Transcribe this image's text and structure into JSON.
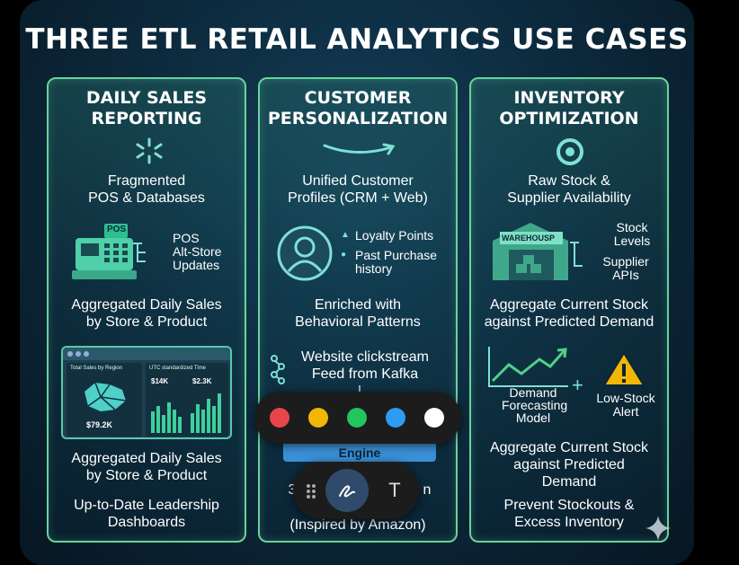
{
  "title": "THREE ETL RETAIL ANALYTICS USE CASES",
  "cards": [
    {
      "heading_line1": "DAILY SALES",
      "heading_line2": "REPORTING",
      "source_line1": "Fragmented",
      "source_line2": "POS & Databases",
      "pos_tag": "POS",
      "flow_items": [
        "POS",
        "Alt-Store",
        "Updates"
      ],
      "step1_line1": "Aggregated Daily Sales",
      "step1_line2": "by Store & Product",
      "dashboard": {
        "panel1_title": "Total Sales by Region",
        "panel1_value": "$79.2K",
        "panel2_title": "UTC standardized Time",
        "panel2_value_a": "$14K",
        "panel2_value_b": "$2.3K"
      },
      "step2_line1": "Aggregated Daily Sales",
      "step2_line2": "by Store & Product",
      "outcome_line1": "Up-to-Date Leadership",
      "outcome_line2": "Dashboards"
    },
    {
      "heading_line1": "CUSTOMER",
      "heading_line2": "PERSONALIZATION",
      "source_line1": "Unified Customer",
      "source_line2": "Profiles (CRM + Web)",
      "profile_items": [
        "Loyalty Points",
        "Past Purchase history"
      ],
      "step1_line1": "Enriched with",
      "step1_line2": "Behavioral Patterns",
      "stream_line1": "Website clickstream",
      "stream_line2": "Feed from Kafka",
      "engine_label": "Engine",
      "partial_left": "3",
      "partial_right": "n",
      "footer": "(Inspired by Amazon)"
    },
    {
      "heading_line1": "INVENTORY",
      "heading_line2": "OPTIMIZATION",
      "source_line1": "Raw Stock &",
      "source_line2": "Supplier Availability",
      "warehouse_label": "WAREHOUSP",
      "flow_items": [
        "Stock Levels",
        "Supplier APIs"
      ],
      "step1_line1": "Aggregate Current Stock",
      "step1_line2": "against Predicted Demand",
      "model_line1": "Demand",
      "model_line2": "Forecasting",
      "model_line3": "Model",
      "plus": "+",
      "alert_line1": "Low-Stock",
      "alert_line2": "Alert",
      "step2_line1": "Aggregate Current Stock",
      "step2_line2": "against Predicted",
      "step2_line3": "Demand",
      "outcome_line1": "Prevent Stockouts &",
      "outcome_line2": "Excess Inventory"
    }
  ],
  "color_palette": {
    "swatches": [
      "#e8454a",
      "#f2b705",
      "#22c55e",
      "#2d9cf2",
      "#ffffff"
    ]
  },
  "annotation_toolbar": {
    "tools": [
      "drag-handle-icon",
      "pen-icon",
      "text-icon"
    ],
    "text_tool_glyph": "T",
    "active_tool": "pen"
  },
  "colors": {
    "card_border": "#69d39a",
    "accent_teal": "#7fe0d6"
  }
}
